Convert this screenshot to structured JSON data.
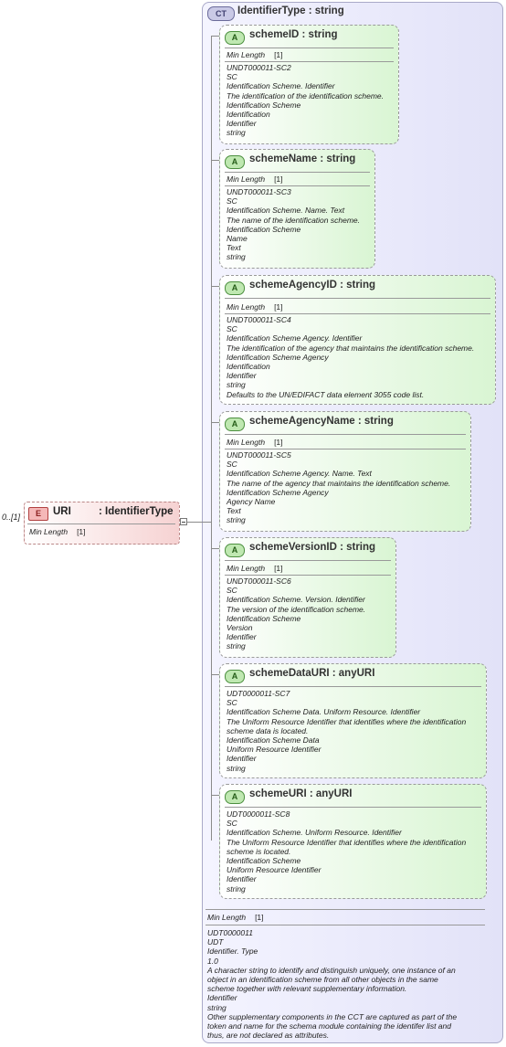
{
  "complex_type": {
    "badge": "CT",
    "title": "IdentifierType : string",
    "facet_label": "Min Length",
    "facet_value": "[1]",
    "doc_lines": [
      "UDT0000011",
      "UDT",
      "Identifier. Type",
      "1.0",
      "A character string to identify and distinguish uniquely, one instance of an",
      "object in an identification scheme from all other objects in the same",
      "scheme together with relevant supplementary information.",
      "Identifier",
      "string",
      "Other supplementary components in the CCT are captured as part of the",
      "token and name for the schema module containing the identifer list and",
      "thus, are not declared as attributes."
    ]
  },
  "element": {
    "badge": "E",
    "name": "URI",
    "type": ": IdentifierType",
    "cardinality": "0..[1]",
    "facet_label": "Min Length",
    "facet_value": "[1]"
  },
  "attributes": [
    {
      "badge": "A",
      "name": "schemeID : string",
      "facet_label": "Min Length",
      "facet_value": "[1]",
      "doc_lines": [
        "UNDT000011-SC2",
        "SC",
        "Identification Scheme. Identifier",
        "The identification of the identification scheme.",
        "Identification Scheme",
        "Identification",
        "Identifier",
        "string"
      ]
    },
    {
      "badge": "A",
      "name": "schemeName : string",
      "facet_label": "Min Length",
      "facet_value": "[1]",
      "doc_lines": [
        "UNDT000011-SC3",
        "SC",
        "Identification Scheme. Name. Text",
        "The name of the identification scheme.",
        "Identification Scheme",
        "Name",
        "Text",
        "string"
      ]
    },
    {
      "badge": "A",
      "name": "schemeAgencyID : string",
      "facet_label": "Min Length",
      "facet_value": "[1]",
      "doc_lines": [
        "UNDT000011-SC4",
        "SC",
        "Identification Scheme Agency. Identifier",
        "The identification of the agency that maintains the identification scheme.",
        "Identification Scheme Agency",
        "Identification",
        "Identifier",
        "string",
        "Defaults to the UN/EDIFACT data element 3055 code list."
      ]
    },
    {
      "badge": "A",
      "name": "schemeAgencyName : string",
      "facet_label": "Min Length",
      "facet_value": "[1]",
      "doc_lines": [
        "UNDT000011-SC5",
        "SC",
        "Identification Scheme Agency. Name. Text",
        "The name of the agency that maintains the identification scheme.",
        "Identification Scheme Agency",
        "Agency Name",
        "Text",
        "string"
      ]
    },
    {
      "badge": "A",
      "name": "schemeVersionID : string",
      "facet_label": "Min Length",
      "facet_value": "[1]",
      "doc_lines": [
        "UNDT000011-SC6",
        "SC",
        "Identification Scheme. Version. Identifier",
        "The version of the identification scheme.",
        "Identification Scheme",
        "Version",
        "Identifier",
        "string"
      ]
    },
    {
      "badge": "A",
      "name": "schemeDataURI : anyURI",
      "facet_label": "",
      "facet_value": "",
      "doc_lines": [
        "UDT0000011-SC7",
        "SC",
        "Identification Scheme Data. Uniform Resource. Identifier",
        "The Uniform Resource Identifier that identifies where the identification",
        "scheme data is located.",
        "Identification Scheme Data",
        "Uniform Resource Identifier",
        "Identifier",
        "string"
      ]
    },
    {
      "badge": "A",
      "name": "schemeURI : anyURI",
      "facet_label": "",
      "facet_value": "",
      "doc_lines": [
        "UDT0000011-SC8",
        "SC",
        "Identification Scheme. Uniform Resource. Identifier",
        "The Uniform Resource Identifier that identifies where the identification",
        "scheme is located.",
        "Identification Scheme",
        "Uniform Resource Identifier",
        "Identifier",
        "string"
      ]
    }
  ]
}
